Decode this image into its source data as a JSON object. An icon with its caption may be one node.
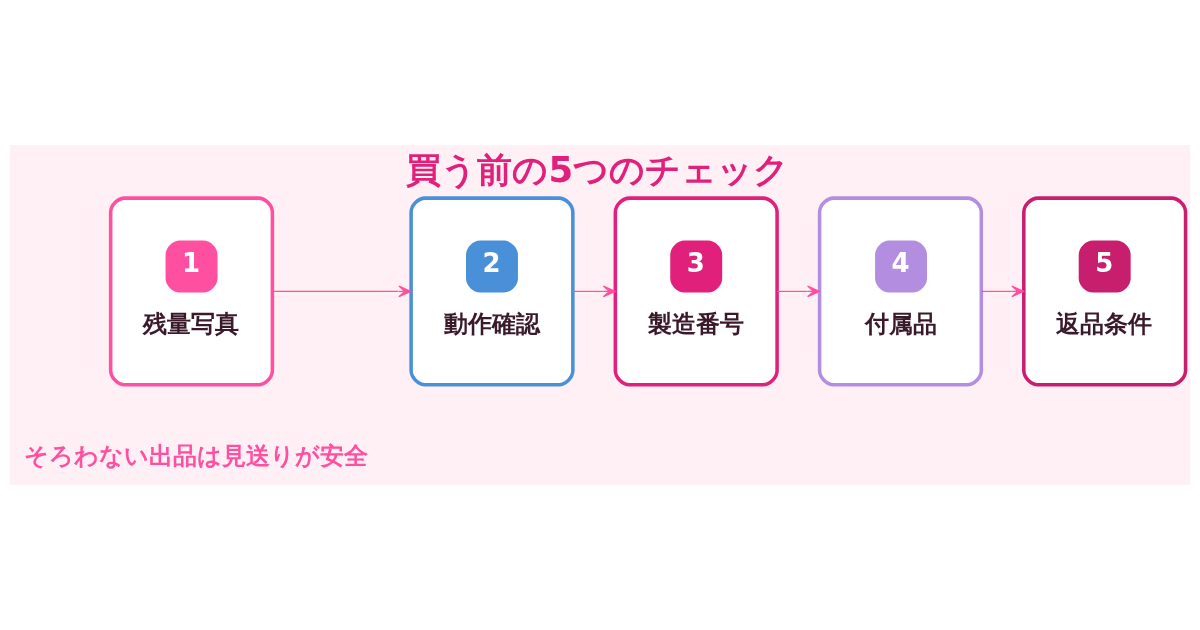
{
  "diagram": {
    "title": "買う前の5つのチェック",
    "caption": "そろわない出品は見送りが安全",
    "nodes": [
      {
        "text": [
          "1",
          "残量写真"
        ]
      },
      {
        "text": [
          "2",
          "動作確認"
        ]
      },
      {
        "text": [
          "3",
          "製造番号"
        ]
      },
      {
        "text": [
          "4",
          "付属品"
        ]
      },
      {
        "text": [
          "5",
          "返品条件"
        ]
      }
    ],
    "edges": [
      {
        "from": 0,
        "to": 1,
        "arrow": "to"
      },
      {
        "from": 1,
        "to": 2,
        "arrow": "to"
      },
      {
        "from": 2,
        "to": 3,
        "arrow": "to"
      },
      {
        "from": 3,
        "to": 4,
        "arrow": "to"
      }
    ]
  }
}
